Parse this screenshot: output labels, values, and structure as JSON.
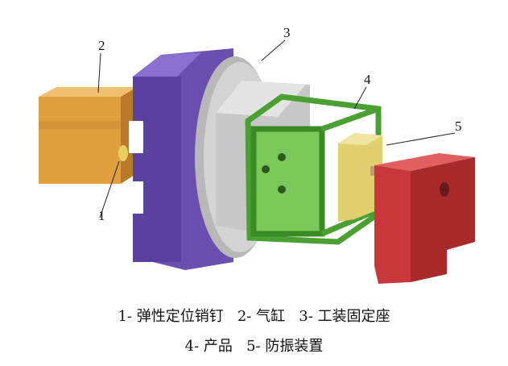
{
  "figure": {
    "callouts": [
      "1",
      "2",
      "3",
      "4",
      "5"
    ],
    "caption_line1": "1- 弹性定位销钉   2- 气缸   3- 工装固定座",
    "caption_line2": "4- 产品   5- 防振装置",
    "colors": {
      "cylinder": "#e0a040",
      "base": "#6a4fb0",
      "plate": "#c8c8c8",
      "product": "#7cc85a",
      "damper": "#e0d070",
      "red_block": "#c8383a"
    }
  }
}
